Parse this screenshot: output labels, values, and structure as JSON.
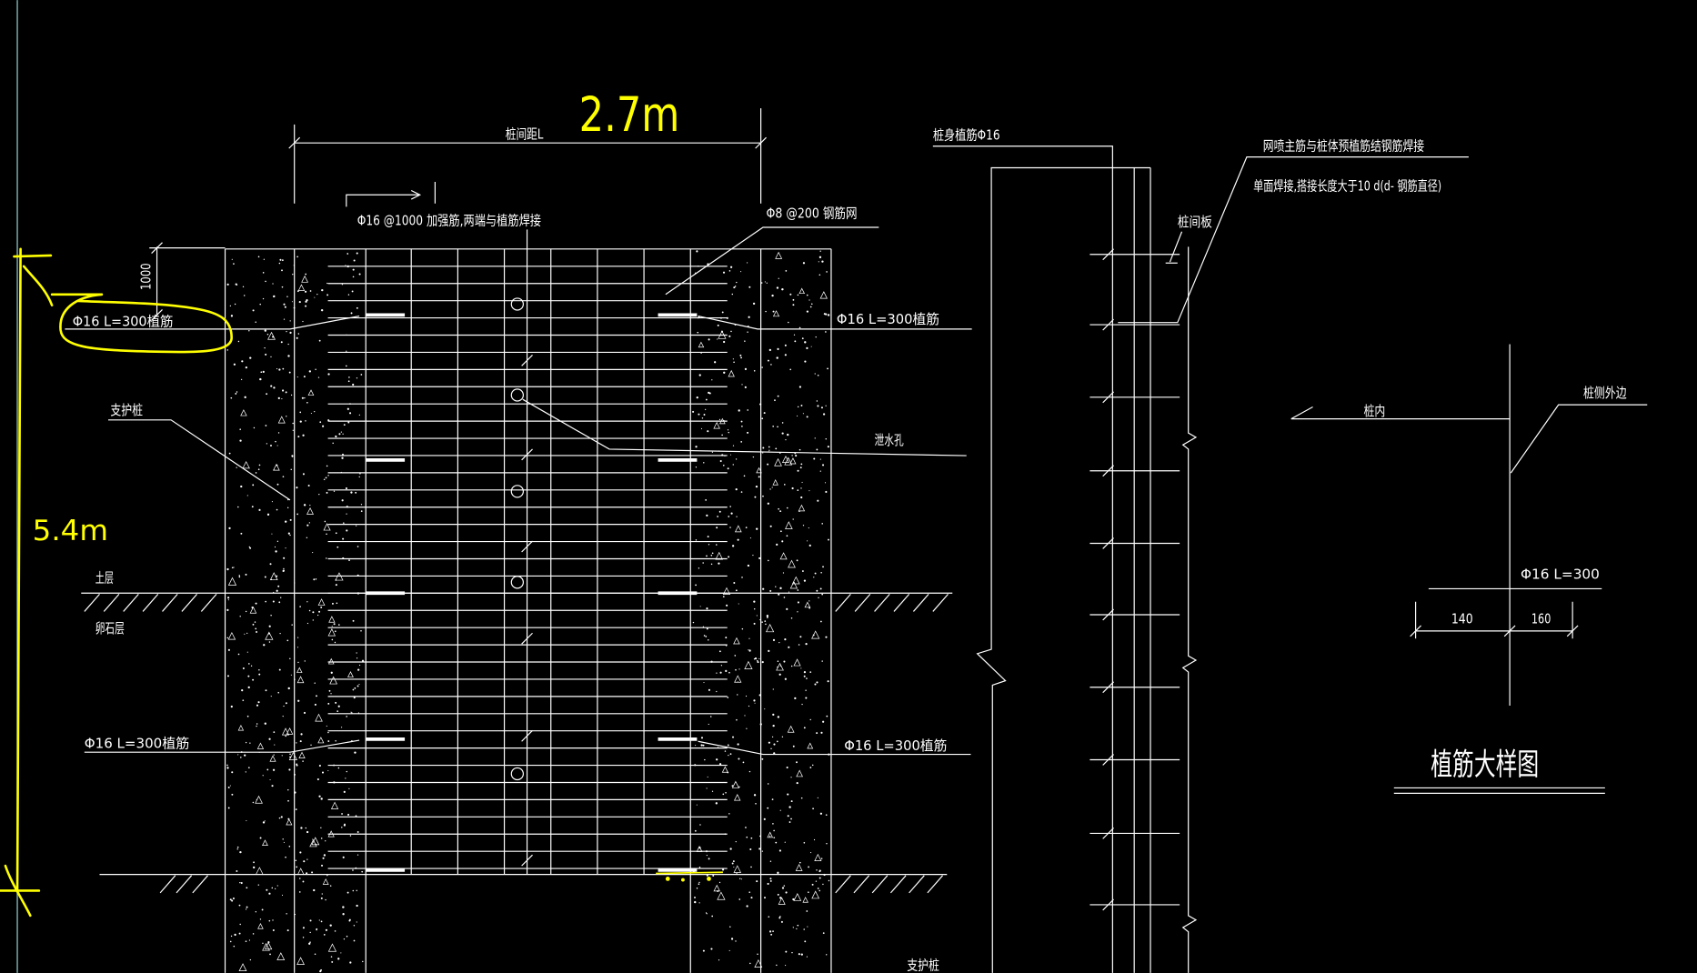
{
  "markup": {
    "span_width": "2.7m",
    "span_height": "5.4m"
  },
  "elevation": {
    "pile_spacing_label": "桩间距L",
    "reinforcing_bar_label": "Φ16 @1000 加强筋,两端与植筋焊接",
    "mesh_label": "Φ8 @200 钢筋网",
    "spacing_dimension": "1000",
    "anchor_bar_labels": [
      "Φ16 L=300植筋",
      "Φ16 L=300植筋",
      "Φ16 L=300植筋",
      "Φ16 L=300植筋"
    ],
    "pile_labels": [
      "支护桩",
      "支护桩"
    ],
    "drain_hole_label": "泄水孔",
    "soil_layer_label": "土层",
    "gravel_layer_label": "卵石层"
  },
  "section": {
    "pile_bar_label": "桩身植筋Φ16",
    "weld_note": [
      "网喷主筋与桩体预植筋结钢筋焊接",
      "单面焊接,搭接长度大于10 d(d- 钢筋直径)"
    ],
    "slab_label": "桩间板"
  },
  "detail": {
    "inner_label": "桩内",
    "outer_label": "桩侧外边",
    "bar_label": "Φ16 L=300",
    "dimensions": [
      "140",
      "160"
    ],
    "title": "植筋大样图"
  },
  "colors": {
    "background": "#000000",
    "linework": "#ffffff",
    "markup": "#ffff00",
    "viewport_edge": "#7fb2b2"
  }
}
